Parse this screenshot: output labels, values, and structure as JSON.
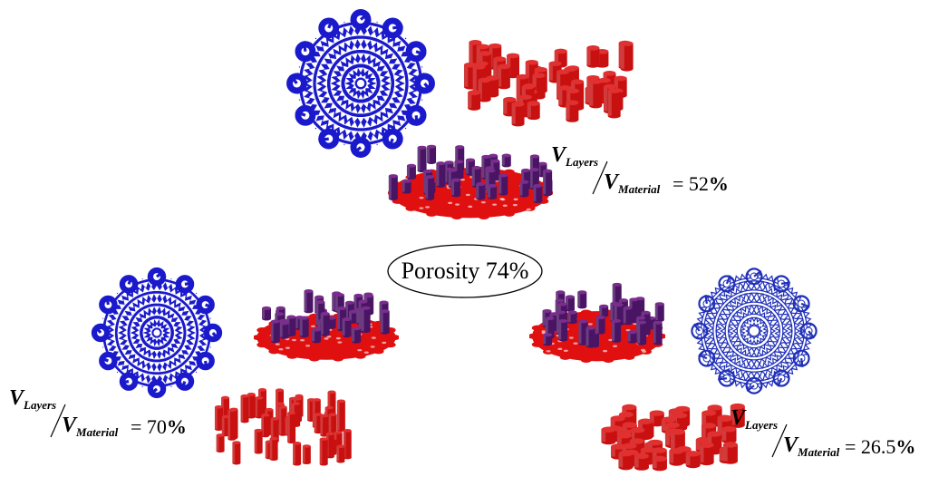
{
  "center_label": "Porosity 74%",
  "colors": {
    "lattice_dense": "#1a1acc",
    "lattice_thin": "#1f2fb8",
    "pillar_red": "#c81010",
    "pillar_dark": "#6a0f0f",
    "composite_pillar": "#4a1464",
    "base_red": "#e01010"
  },
  "groups": [
    {
      "id": "top",
      "ratio": {
        "num_var": "V",
        "num_sub": "Layers",
        "den_var": "V",
        "den_sub": "Material",
        "eq": "= 52",
        "pct": "%"
      }
    },
    {
      "id": "left",
      "ratio": {
        "num_var": "V",
        "num_sub": "Layers",
        "den_var": "V",
        "den_sub": "Material",
        "eq": "= 70",
        "pct": "%"
      }
    },
    {
      "id": "right",
      "ratio": {
        "num_var": "V",
        "num_sub": "Layers",
        "den_var": "V",
        "den_sub": "Material",
        "eq": "= 26.5",
        "pct": "%"
      }
    }
  ]
}
